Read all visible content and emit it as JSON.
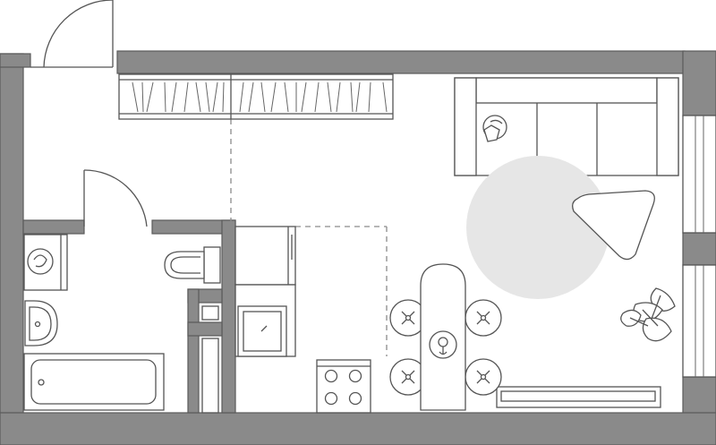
{
  "plan": {
    "type": "studio-apartment-floor-plan",
    "colors": {
      "wall": "#8a8a8a",
      "line": "#555555",
      "rug": "#e6e6e6",
      "background": "#ffffff"
    },
    "rooms": [
      "entry-hall",
      "bathroom",
      "kitchen",
      "living-room"
    ],
    "furniture": [
      "wardrobe",
      "sofa",
      "coffee-table",
      "round-rug",
      "dining-table",
      "chair",
      "stove",
      "sink",
      "washing-machine",
      "toilet",
      "washbasin",
      "bathtub",
      "tv-console",
      "plant"
    ],
    "icons": [
      "cat-icon",
      "plant-icon"
    ]
  }
}
